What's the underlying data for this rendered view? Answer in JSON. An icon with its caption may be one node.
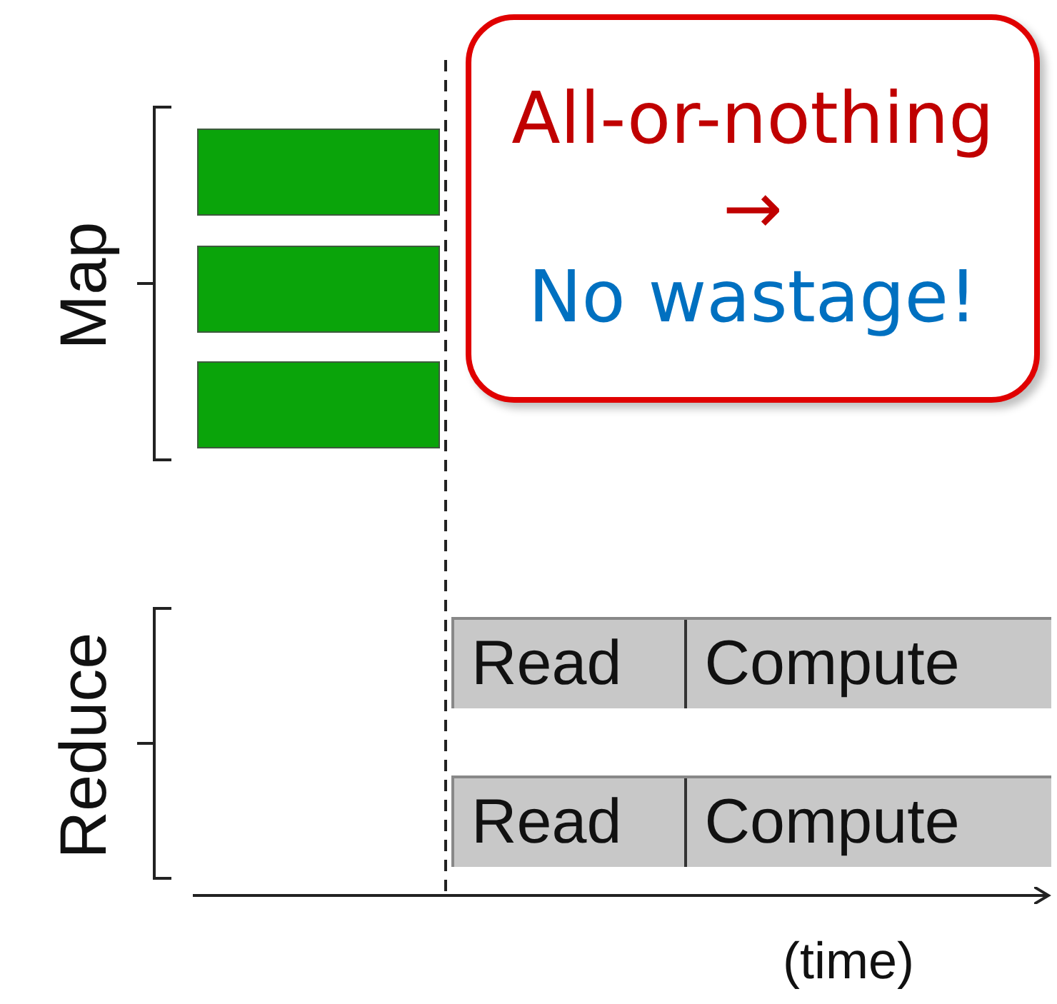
{
  "diagram": {
    "nodes": [
      {
        "text": [
          "All-or-nothing →",
          "No wastage!"
        ]
      },
      {
        "text": [],
        "shape": "bar"
      },
      {
        "text": [],
        "shape": "bar"
      },
      {
        "text": [],
        "shape": "bar"
      },
      {
        "text": [
          "Read",
          "Compute"
        ]
      },
      {
        "text": [
          "Read",
          "Compute"
        ]
      }
    ],
    "labels": [
      "Map",
      "Reduce",
      "(time)"
    ]
  }
}
